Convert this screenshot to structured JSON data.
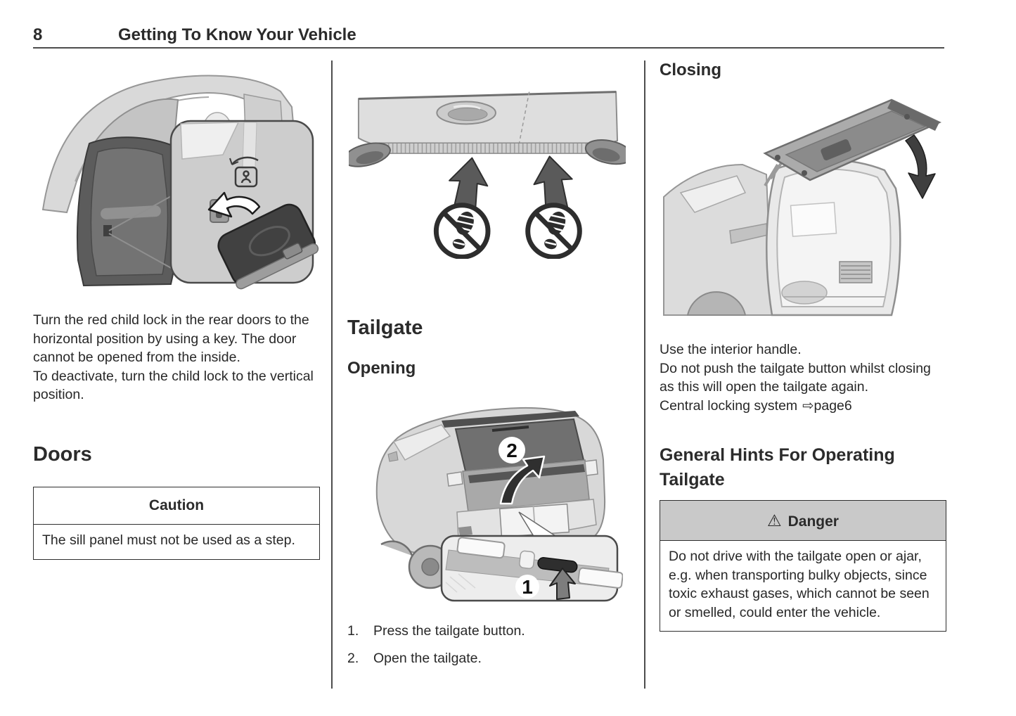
{
  "page": {
    "number": "8",
    "title": "Getting To Know Your Vehicle"
  },
  "left_column": {
    "figure": "rear-door-child-lock-illustration",
    "paragraph_1": "Turn the red child lock in the rear doors to the horizontal position by using a key. The door cannot be opened from the inside.",
    "paragraph_2": "To deactivate, turn the child lock to the vertical position.",
    "doors_heading": "Doors",
    "caution_box": {
      "title": "Caution",
      "body": "The sill panel must not be used as a step."
    }
  },
  "middle_column": {
    "figure_top": "sill-panel-no-step-illustration",
    "tailgate_heading": "Tailgate",
    "opening_heading": "Opening",
    "figure_bottom": "tailgate-button-illustration",
    "callouts": {
      "one": "1",
      "two": "2"
    },
    "steps": [
      {
        "num": "1.",
        "text": "Press the tailgate button."
      },
      {
        "num": "2.",
        "text": "Open the tailgate."
      }
    ]
  },
  "right_column": {
    "closing_heading": "Closing",
    "figure": "tailgate-closing-illustration",
    "paragraph_1": "Use the interior handle.",
    "paragraph_2": "Do not push the tailgate button whilst closing as this will open the tailgate again.",
    "reference": {
      "label": "Central locking system",
      "arrow": "⇨",
      "target": "page6"
    },
    "hints_heading": "General Hints For Operating Tailgate",
    "danger_box": {
      "icon": "⚠",
      "title": "Danger",
      "body": "Do not drive with the tailgate open or ajar, e.g. when transporting bulky objects, since toxic exhaust gases, which cannot be seen or smelled, could enter the vehicle."
    }
  }
}
